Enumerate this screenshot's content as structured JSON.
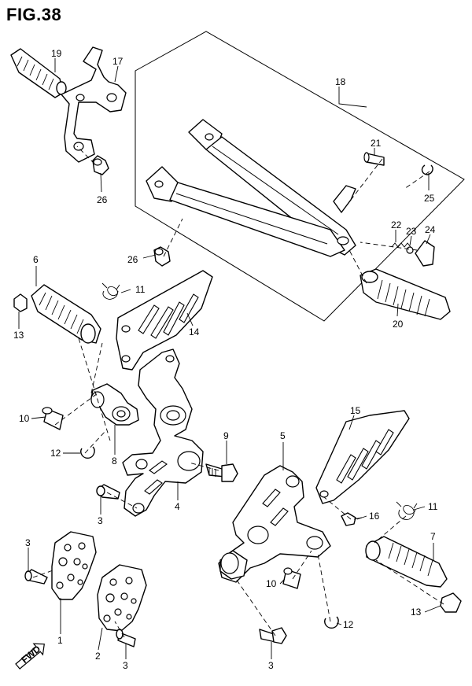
{
  "figure": {
    "title": "FIG.38",
    "fwd_label": "FWD"
  },
  "callouts": [
    {
      "id": "c19",
      "label": "19"
    },
    {
      "id": "c17",
      "label": "17"
    },
    {
      "id": "c18",
      "label": "18"
    },
    {
      "id": "c21",
      "label": "21"
    },
    {
      "id": "c25",
      "label": "25"
    },
    {
      "id": "c26a",
      "label": "26"
    },
    {
      "id": "c22",
      "label": "22"
    },
    {
      "id": "c23",
      "label": "23"
    },
    {
      "id": "c24",
      "label": "24"
    },
    {
      "id": "c26b",
      "label": "26"
    },
    {
      "id": "c6",
      "label": "6"
    },
    {
      "id": "c11a",
      "label": "11"
    },
    {
      "id": "c20",
      "label": "20"
    },
    {
      "id": "c13a",
      "label": "13"
    },
    {
      "id": "c14",
      "label": "14"
    },
    {
      "id": "c10a",
      "label": "10"
    },
    {
      "id": "c15",
      "label": "15"
    },
    {
      "id": "c5",
      "label": "5"
    },
    {
      "id": "c9",
      "label": "9"
    },
    {
      "id": "c12a",
      "label": "12"
    },
    {
      "id": "c8",
      "label": "8"
    },
    {
      "id": "c4",
      "label": "4"
    },
    {
      "id": "c3a",
      "label": "3"
    },
    {
      "id": "c11b",
      "label": "11"
    },
    {
      "id": "c16",
      "label": "16"
    },
    {
      "id": "c7",
      "label": "7"
    },
    {
      "id": "c3b",
      "label": "3"
    },
    {
      "id": "c10b",
      "label": "10"
    },
    {
      "id": "c13b",
      "label": "13"
    },
    {
      "id": "c12b",
      "label": "12"
    },
    {
      "id": "c1",
      "label": "1"
    },
    {
      "id": "c2",
      "label": "2"
    },
    {
      "id": "c3c",
      "label": "3"
    },
    {
      "id": "c3d",
      "label": "3"
    }
  ]
}
